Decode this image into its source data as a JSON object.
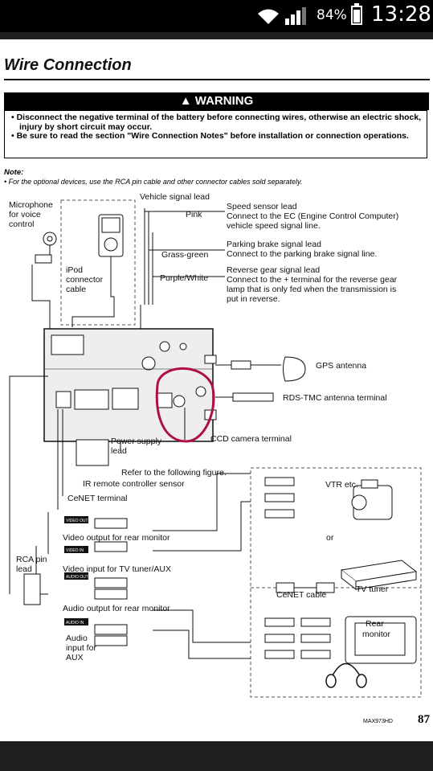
{
  "status_bar": {
    "battery_percent": "84%",
    "time": "13:28",
    "icons": [
      "wifi-icon",
      "signal-icon",
      "battery-icon"
    ]
  },
  "page": {
    "title": "Wire Connection",
    "warning": {
      "heading": "WARNING",
      "items": [
        "• Disconnect the negative terminal of the battery before connecting wires, otherwise an electric shock, injury by short circuit may occur.",
        "• Be sure to read the section \"Wire Connection Notes\" before installation or connection operations."
      ]
    },
    "note": {
      "label": "Note:",
      "text": "• For the optional devices, use the RCA pin cable and other connector cables sold separately."
    },
    "footer": {
      "model": "MAX973HD",
      "page_number": "87"
    }
  },
  "diagram": {
    "microphone": [
      "Microphone",
      "for voice",
      "control"
    ],
    "ipod_cable": [
      "iPod",
      "connector",
      "cable"
    ],
    "vehicle_signal_lead": "Vehicle signal lead",
    "pink": "Pink",
    "grass_green": "Grass-green",
    "purple_white": "Purple/White",
    "speed_sensor": [
      "Speed sensor lead",
      "Connect to the EC (Engine Control Computer)",
      "vehicle speed signal line."
    ],
    "parking_brake": [
      "Parking brake signal lead",
      "Connect to the parking brake signal line."
    ],
    "reverse_gear": [
      "Reverse gear signal lead",
      "Connect to the + terminal for the reverse gear",
      "lamp that is only fed when the transmission is",
      "put in reverse."
    ],
    "gps_antenna": "GPS antenna",
    "rds_tmc": "RDS-TMC antenna terminal",
    "ccd_camera": "CCD camera terminal",
    "power_supply": [
      "Power supply",
      "lead"
    ],
    "refer_figure": "Refer to the following figure.",
    "ir_remote": "IR remote controller sensor",
    "cenet_terminal": "CeNET terminal",
    "rca_pin_lead": [
      "RCA pin",
      "lead"
    ],
    "video_output": "Video output for rear monitor",
    "video_input": "Video input for TV tuner/AUX",
    "audio_output": "Audio output for rear monitor",
    "audio_input": [
      "Audio",
      "input for",
      "AUX"
    ],
    "tag_video_out": "VIDEO OUT",
    "tag_video_in": "VIDEO IN",
    "tag_audio_out": "AUDIO OUT",
    "tag_audio_in": "AUDIO IN",
    "vtr": "VTR etc.",
    "or": "or",
    "cenet_cable": "CeNET cable",
    "tv_tuner": "TV tuner",
    "rear_monitor": [
      "Rear",
      "monitor"
    ]
  }
}
